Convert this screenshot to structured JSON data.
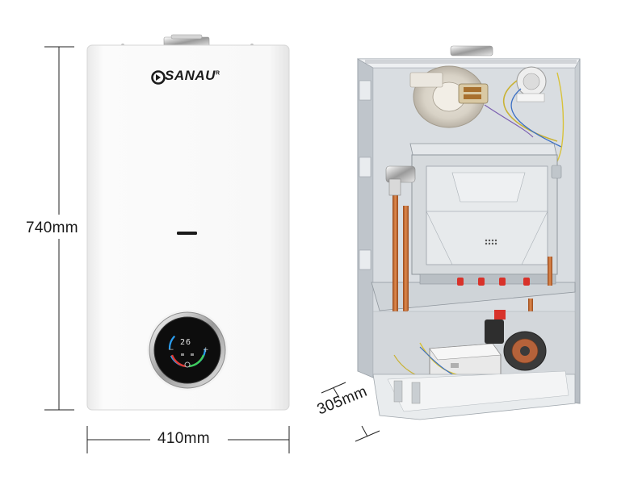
{
  "brand": {
    "name": "SANAU",
    "mark": "R"
  },
  "dimensions": {
    "height": "740mm",
    "width": "410mm",
    "depth": "305mm"
  },
  "display": {
    "temperature": "26"
  },
  "colors": {
    "body_white": "#f7f7f7",
    "panel_black": "#111111",
    "ring_chrome": "#c9c9c9",
    "copper": "#c8692e",
    "galvanized": "#cfd4d8",
    "accent_red": "#d8322a"
  }
}
